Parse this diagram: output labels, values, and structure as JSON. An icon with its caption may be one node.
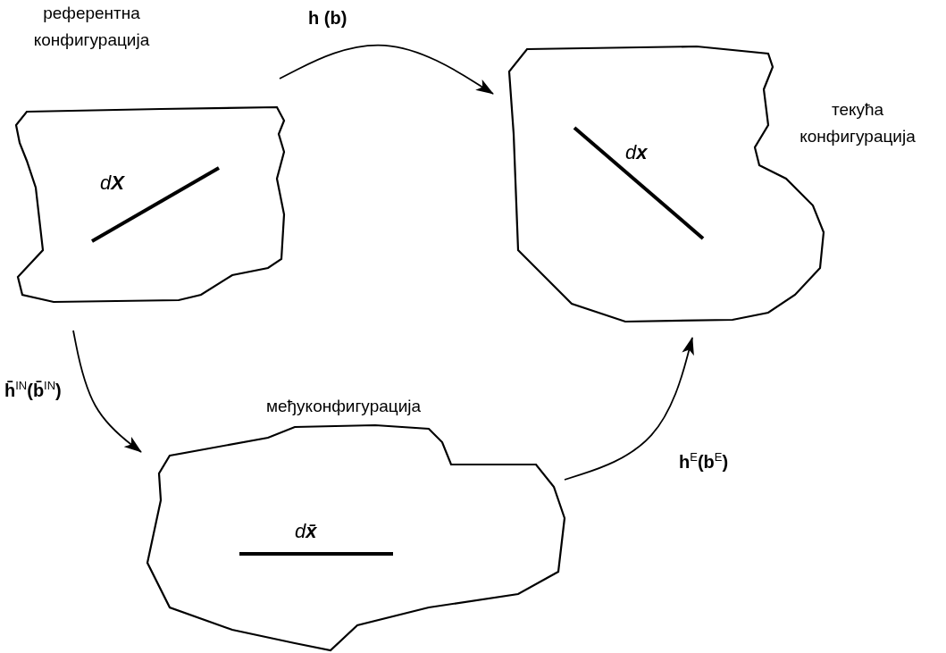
{
  "diagram": {
    "nodes": [
      {
        "text": [
          "референтна конфигурација",
          "d**X**"
        ]
      },
      {
        "text": [
          "текућа конфигурација",
          "d**x**"
        ]
      },
      {
        "text": [
          "међуконфигурација",
          "d**x̄**"
        ]
      }
    ],
    "edges": [
      {
        "from": 0,
        "to": 1,
        "arrow": "to",
        "label": "h (b)"
      },
      {
        "from": 0,
        "to": 2,
        "arrow": "to",
        "label": "h̄$^{IN}$(b̄$^{IN}$)"
      },
      {
        "from": 2,
        "to": 1,
        "arrow": "to",
        "label": "h$^{E}$(b$^{E}$)"
      }
    ]
  }
}
